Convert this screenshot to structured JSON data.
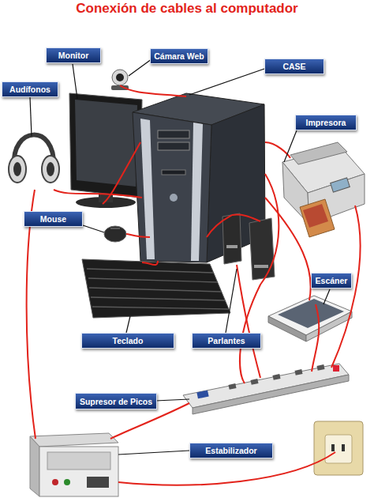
{
  "diagram": {
    "title": "Conexión de cables al computador",
    "nodes": [
      {
        "text": [
          "Monitor"
        ]
      },
      {
        "text": [
          "Cámara Web"
        ]
      },
      {
        "text": [
          "CASE"
        ]
      },
      {
        "text": [
          "Audífonos"
        ]
      },
      {
        "text": [
          "Impresora"
        ]
      },
      {
        "text": [
          "Mouse"
        ]
      },
      {
        "text": [
          "Escáner"
        ]
      },
      {
        "text": [
          "Teclado"
        ]
      },
      {
        "text": [
          "Parlantes"
        ]
      },
      {
        "text": [
          "Supresor de Picos"
        ]
      },
      {
        "text": [
          "Estabilizador"
        ]
      }
    ]
  }
}
